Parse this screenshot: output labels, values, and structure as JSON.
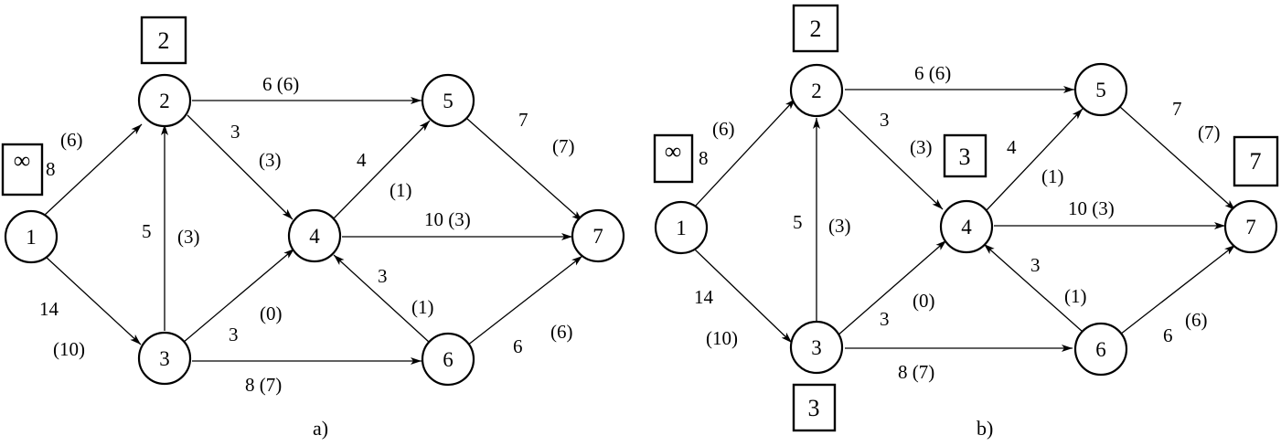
{
  "diagrams": [
    {
      "caption": "a)",
      "nodes": [
        {
          "id": "1",
          "label": "1"
        },
        {
          "id": "2",
          "label": "2"
        },
        {
          "id": "3",
          "label": "3"
        },
        {
          "id": "4",
          "label": "4"
        },
        {
          "id": "5",
          "label": "5"
        },
        {
          "id": "6",
          "label": "6"
        },
        {
          "id": "7",
          "label": "7"
        }
      ],
      "edges": [
        {
          "from": "1",
          "to": "2",
          "capacity": "8",
          "flow": "(6)"
        },
        {
          "from": "1",
          "to": "3",
          "capacity": "14",
          "flow": "(10)"
        },
        {
          "from": "3",
          "to": "2",
          "capacity": "5",
          "flow": "(3)"
        },
        {
          "from": "2",
          "to": "5",
          "capacity": "6",
          "flow": "(6)",
          "combined": "6 (6)"
        },
        {
          "from": "2",
          "to": "4",
          "capacity": "3",
          "flow": "(3)"
        },
        {
          "from": "3",
          "to": "4",
          "capacity": "3",
          "flow": "(0)"
        },
        {
          "from": "3",
          "to": "6",
          "capacity": "8",
          "flow": "(7)",
          "combined": "8  (7)"
        },
        {
          "from": "4",
          "to": "5",
          "capacity": "4",
          "flow": "(1)"
        },
        {
          "from": "4",
          "to": "7",
          "capacity": "10",
          "flow": "(3)",
          "combined": "10 (3)"
        },
        {
          "from": "6",
          "to": "4",
          "capacity": "3",
          "flow": "(1)"
        },
        {
          "from": "5",
          "to": "7",
          "capacity": "7",
          "flow": "(7)"
        },
        {
          "from": "6",
          "to": "7",
          "capacity": "6",
          "flow": "(6)"
        }
      ],
      "boxes": [
        {
          "node": "1",
          "label": "∞"
        },
        {
          "node": "2",
          "label": "2"
        }
      ]
    },
    {
      "caption": "b)",
      "nodes": [
        {
          "id": "1",
          "label": "1"
        },
        {
          "id": "2",
          "label": "2"
        },
        {
          "id": "3",
          "label": "3"
        },
        {
          "id": "4",
          "label": "4"
        },
        {
          "id": "5",
          "label": "5"
        },
        {
          "id": "6",
          "label": "6"
        },
        {
          "id": "7",
          "label": "7"
        }
      ],
      "edges": [
        {
          "from": "1",
          "to": "2",
          "capacity": "8",
          "flow": "(6)"
        },
        {
          "from": "1",
          "to": "3",
          "capacity": "14",
          "flow": "(10)"
        },
        {
          "from": "3",
          "to": "2",
          "capacity": "5",
          "flow": "(3)"
        },
        {
          "from": "2",
          "to": "5",
          "capacity": "6",
          "flow": "(6)",
          "combined": "6 (6)"
        },
        {
          "from": "2",
          "to": "4",
          "capacity": "3",
          "flow": "(3)"
        },
        {
          "from": "3",
          "to": "4",
          "capacity": "3",
          "flow": "(0)"
        },
        {
          "from": "3",
          "to": "6",
          "capacity": "8",
          "flow": "(7)",
          "combined": "8 (7)"
        },
        {
          "from": "4",
          "to": "5",
          "capacity": "4",
          "flow": "(1)"
        },
        {
          "from": "4",
          "to": "7",
          "capacity": "10",
          "flow": "(3)",
          "combined": "10 (3)"
        },
        {
          "from": "6",
          "to": "4",
          "capacity": "3",
          "flow": "(1)"
        },
        {
          "from": "5",
          "to": "7",
          "capacity": "7",
          "flow": "(7)"
        },
        {
          "from": "6",
          "to": "7",
          "capacity": "6",
          "flow": "(6)"
        }
      ],
      "boxes": [
        {
          "node": "1",
          "label": "∞"
        },
        {
          "node": "2",
          "label": "2"
        },
        {
          "node": "4",
          "label": "3"
        },
        {
          "node": "3",
          "label": "3"
        },
        {
          "node": "7",
          "label": "7"
        }
      ]
    }
  ]
}
